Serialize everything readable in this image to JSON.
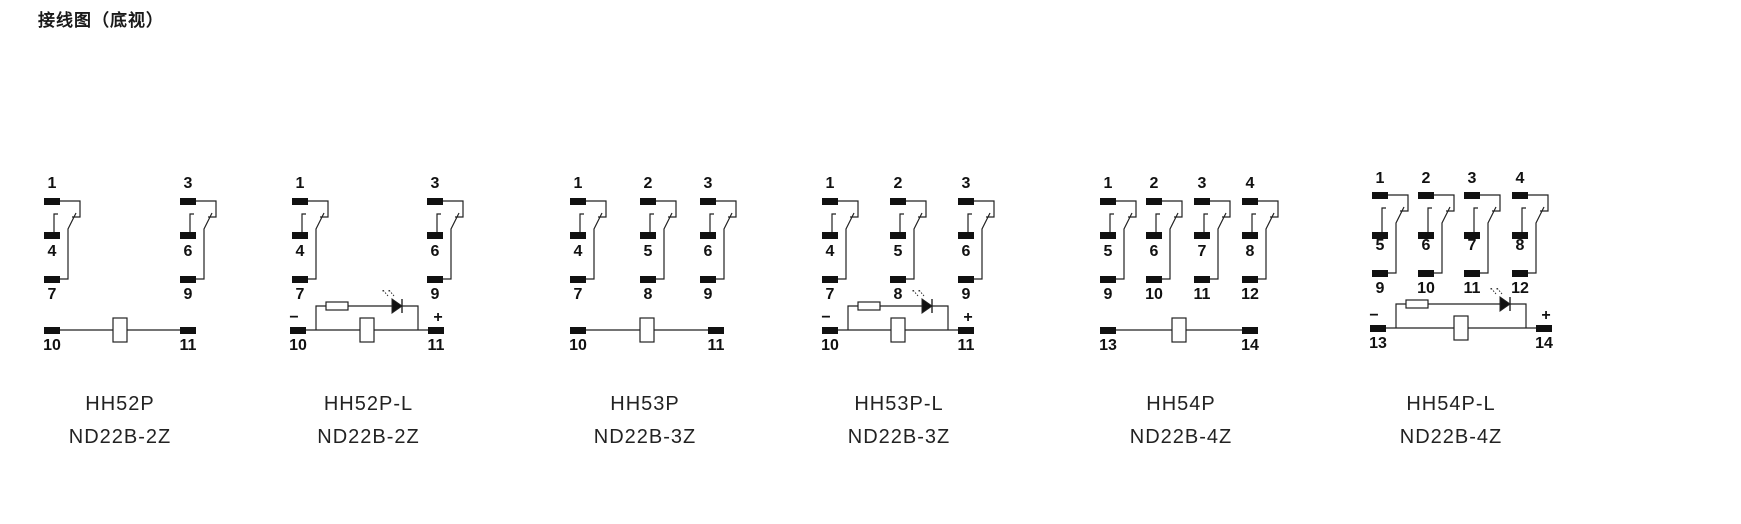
{
  "page_title": "接线图（底视）",
  "diagrams": [
    {
      "id": "hh52p",
      "model": "HH52P",
      "code": "ND22B-2Z",
      "led": false,
      "top_pins": [
        "1",
        "3"
      ],
      "mid_pins": [
        "4",
        "6"
      ],
      "bot_pins": [
        "7",
        "9"
      ],
      "coil_pins": [
        "10",
        "11"
      ],
      "coil_minus": "",
      "coil_plus": ""
    },
    {
      "id": "hh52p-l",
      "model": "HH52P-L",
      "code": "ND22B-2Z",
      "led": true,
      "top_pins": [
        "1",
        "3"
      ],
      "mid_pins": [
        "4",
        "6"
      ],
      "bot_pins": [
        "7",
        "9"
      ],
      "coil_pins": [
        "10",
        "11"
      ],
      "coil_minus": "−",
      "coil_plus": "+"
    },
    {
      "id": "hh53p",
      "model": "HH53P",
      "code": "ND22B-3Z",
      "led": false,
      "top_pins": [
        "1",
        "2",
        "3"
      ],
      "mid_pins": [
        "4",
        "5",
        "6"
      ],
      "bot_pins": [
        "7",
        "8",
        "9"
      ],
      "coil_pins": [
        "10",
        "11"
      ],
      "coil_minus": "",
      "coil_plus": ""
    },
    {
      "id": "hh53p-l",
      "model": "HH53P-L",
      "code": "ND22B-3Z",
      "led": true,
      "top_pins": [
        "1",
        "2",
        "3"
      ],
      "mid_pins": [
        "4",
        "5",
        "6"
      ],
      "bot_pins": [
        "7",
        "8",
        "9"
      ],
      "coil_pins": [
        "10",
        "11"
      ],
      "coil_minus": "−",
      "coil_plus": "+"
    },
    {
      "id": "hh54p",
      "model": "HH54P",
      "code": "ND22B-4Z",
      "led": false,
      "top_pins": [
        "1",
        "2",
        "3",
        "4"
      ],
      "mid_pins": [
        "5",
        "6",
        "7",
        "8"
      ],
      "bot_pins": [
        "9",
        "10",
        "11",
        "12"
      ],
      "coil_pins": [
        "13",
        "14"
      ],
      "coil_minus": "",
      "coil_plus": ""
    },
    {
      "id": "hh54p-l",
      "model": "HH54P-L",
      "code": "ND22B-4Z",
      "led": true,
      "top_pins": [
        "1",
        "2",
        "3",
        "4"
      ],
      "mid_pins": [
        "5",
        "6",
        "7",
        "8"
      ],
      "bot_pins": [
        "9",
        "10",
        "11",
        "12"
      ],
      "coil_pins": [
        "13",
        "14"
      ],
      "coil_minus": "−",
      "coil_plus": "+"
    }
  ],
  "colors": {
    "line": "#222222",
    "pin": "#111111",
    "background": "#ffffff"
  }
}
